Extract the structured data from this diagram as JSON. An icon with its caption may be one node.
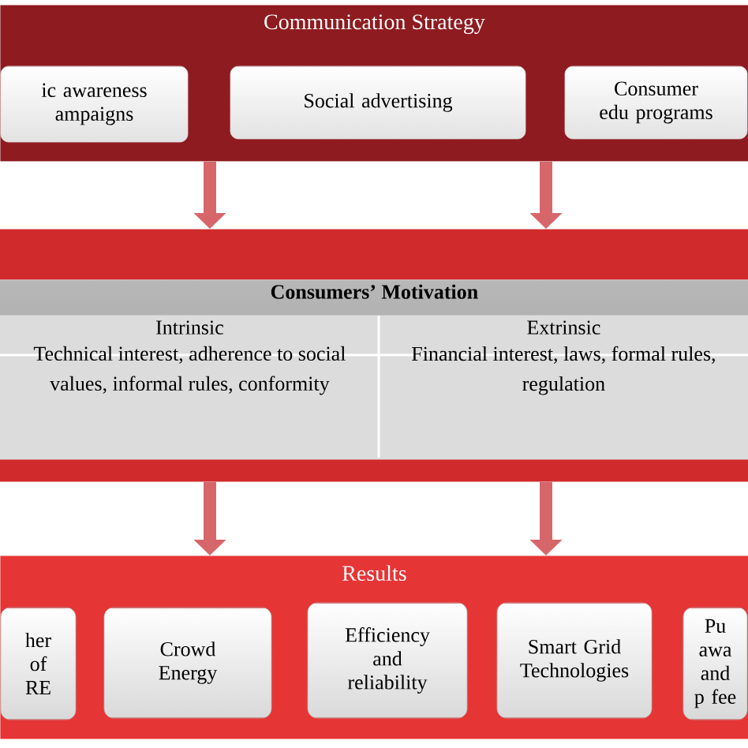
{
  "diagram": {
    "nodes": [
      {
        "text": [
          "Communication Strategy"
        ]
      },
      {
        "text": [
          "ic awareness ampaigns"
        ],
        "in": 0
      },
      {
        "text": [
          "Social advertising"
        ],
        "in": 0
      },
      {
        "text": [
          "Consumer edu programs"
        ],
        "in": 0
      },
      {
        "text": [],
        "shape": "band"
      },
      {
        "text": [
          "**Consumers’ Motivation**"
        ],
        "in": 4
      },
      {
        "text": [
          "Intrinsic",
          "Technical interest, adherence to social values, informal rules, conformity"
        ],
        "in": 5
      },
      {
        "text": [
          "Extrinsic",
          "Financial interest, laws, formal rules, regulation"
        ],
        "in": 5
      },
      {
        "text": [
          "Results"
        ]
      },
      {
        "text": [
          "her of RE"
        ],
        "in": 8
      },
      {
        "text": [
          "Crowd Energy"
        ],
        "in": 8
      },
      {
        "text": [
          "Efficiency and reliability"
        ],
        "in": 8
      },
      {
        "text": [
          "Smart Grid Technologies"
        ],
        "in": 8
      },
      {
        "text": [
          "Pu awa and p fee"
        ],
        "in": 8
      }
    ],
    "edges": [
      {
        "from": 0,
        "to": 4,
        "arrow": "to"
      },
      {
        "from": 0,
        "to": 4,
        "arrow": "to"
      },
      {
        "from": 4,
        "to": 8,
        "arrow": "to"
      },
      {
        "from": 4,
        "to": 8,
        "arrow": "to"
      }
    ]
  }
}
